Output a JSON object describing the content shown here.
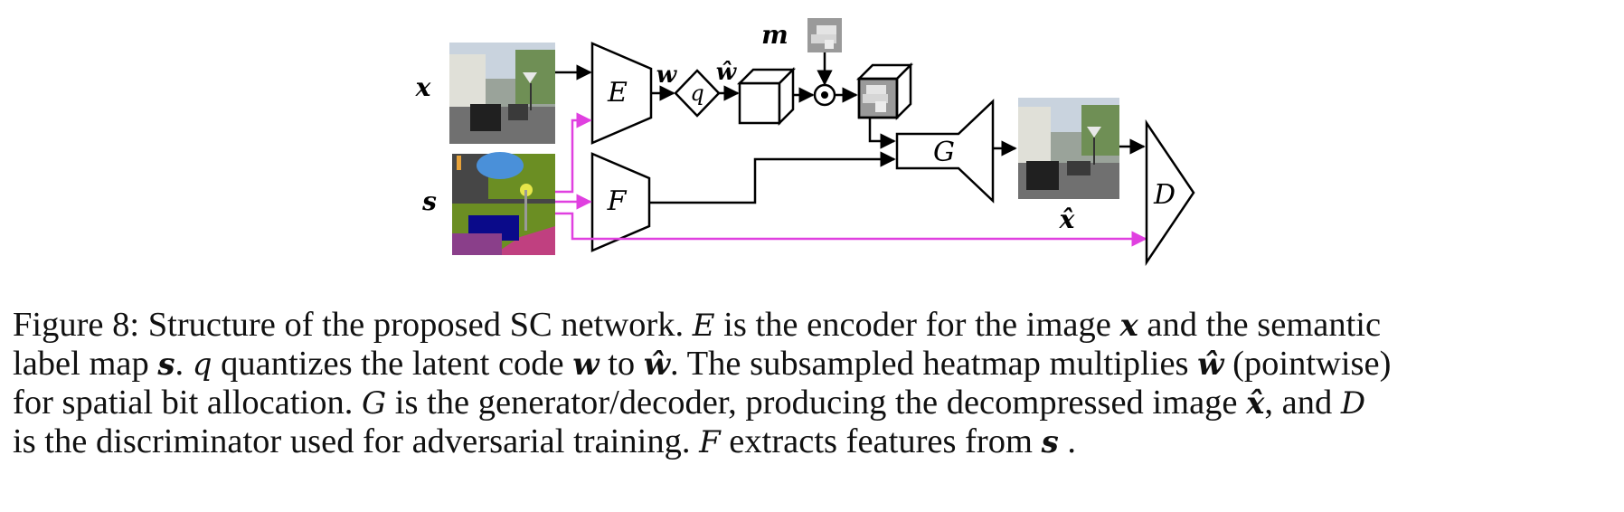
{
  "figure": {
    "labels": {
      "x": "x",
      "s": "s",
      "m": "m",
      "w": "w",
      "w_hat": "ŵ",
      "x_hat": "x̂",
      "E": "E",
      "q": "q",
      "F": "F",
      "G": "G",
      "D": "D"
    },
    "colors": {
      "line": "#000000",
      "semantic_path": "#e040e0",
      "label_map_sky": "#4a90d9",
      "label_map_vegetation": "#6b8e23",
      "label_map_road": "#c04080",
      "label_map_car": "#0a0a8a",
      "label_map_building": "#464646"
    },
    "images": {
      "input_image": "street-scene-photo",
      "label_map": "semantic-label-map",
      "heatmap": "subsampled-heatmap",
      "output_image": "decompressed-street-scene"
    }
  },
  "caption": {
    "line1": {
      "a": "Figure 8: Structure of the proposed SC network. ",
      "E": "E",
      "b": " is the encoder for the image ",
      "x": "x",
      "c": " and the semantic"
    },
    "line2": {
      "a": "label map ",
      "s": "s",
      "b": ". ",
      "q": "q",
      "c": " quantizes the latent code ",
      "w": "w",
      "d": " to ",
      "w_hat": "ŵ",
      "e": ". The subsampled heatmap multiplies ",
      "w_hat2": "ŵ",
      "f": " (pointwise)"
    },
    "line3": {
      "a": "for spatial bit allocation. ",
      "G": "G",
      "b": " is the generator/decoder, producing the decompressed image ",
      "x_hat": "x̂",
      "c": ", and ",
      "D": "D"
    },
    "line4": {
      "a": "is the discriminator used for adversarial training. ",
      "F": "F",
      "b": " extracts features from ",
      "s": "s",
      "c": " ."
    }
  }
}
